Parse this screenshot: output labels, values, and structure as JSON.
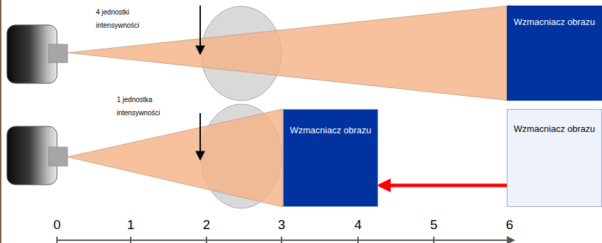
{
  "diagram": {
    "nodes": [
      {
        "text": [
          "Wzmacniacz obrazu"
        ]
      },
      {
        "text": [
          "Wzmacniacz obrazu"
        ]
      },
      {
        "text": [
          "Wzmacniacz obrazu"
        ]
      }
    ],
    "edges": [
      {
        "from": 2,
        "to": 1,
        "arrow": "to"
      }
    ],
    "labels": [
      "4 jednostki intensywności",
      "1 jednostka intensywności",
      "0",
      "1",
      "2",
      "3",
      "4",
      "5",
      "6"
    ]
  }
}
